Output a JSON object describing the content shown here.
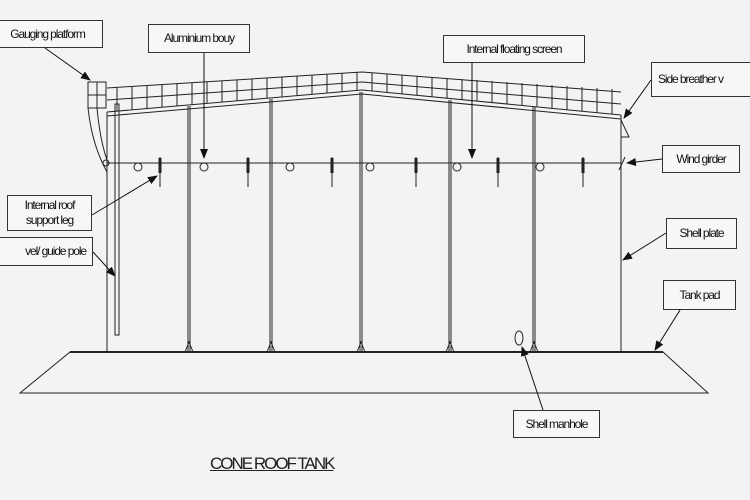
{
  "labels": {
    "gauging_platform": "Gauging platform",
    "aluminium_bouy": "Aluminium bouy",
    "internal_floating_screen": "Internal floating screen",
    "side_breather_vent": "Side breather v",
    "wind_girder": "Wind girder",
    "internal_roof_support_leg_1": "Internal roof",
    "internal_roof_support_leg_2": "support leg",
    "guide_pole": "vel/ guide pole",
    "shell_plate": "Shell plate",
    "tank_pad": "Tank pad",
    "shell_manhole": "Shell manhole"
  },
  "title": "CONE ROOF TANK"
}
